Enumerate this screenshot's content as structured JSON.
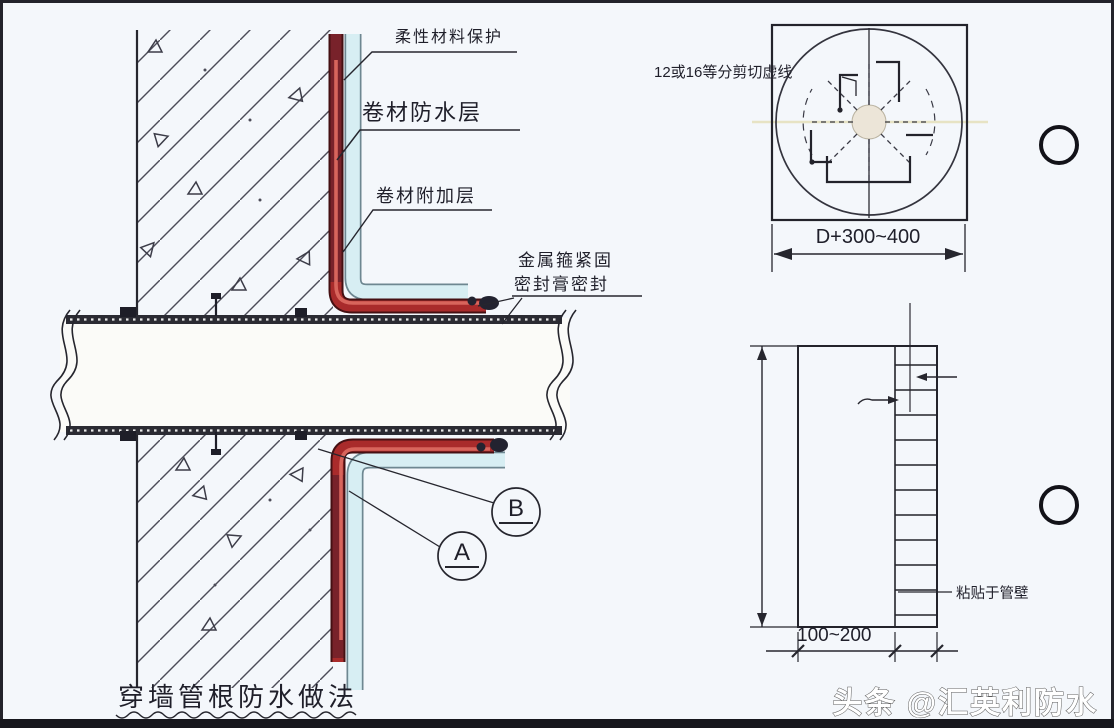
{
  "drawing": {
    "title": "穿墙管根防水做法",
    "labels": {
      "flexible_protection": "柔性材料保护",
      "membrane_waterproof_layer": "卷材防水层",
      "membrane_additional_layer": "卷材附加层",
      "metal_hoop": "金属箍紧固",
      "sealant_seal": "密封膏密封",
      "detail_a": "A",
      "detail_b": "B"
    },
    "plan_view": {
      "cut_note": "12或16等分剪切虚线",
      "dim_width": "D+300~400"
    },
    "elevation_view": {
      "paste_note": "粘贴于管壁",
      "dim_width": "100~200"
    },
    "watermark": "头条 @汇英利防水",
    "colors": {
      "membrane_red": "#a92b2b",
      "membrane_dark_red": "#78222a",
      "membrane_outline": "#451013",
      "protection_cyan": "#d7eef3",
      "protection_outline": "#6e8791",
      "line": "#26262e",
      "centerline_pale": "#e7e3c4",
      "background": "#f4f7fb"
    }
  }
}
